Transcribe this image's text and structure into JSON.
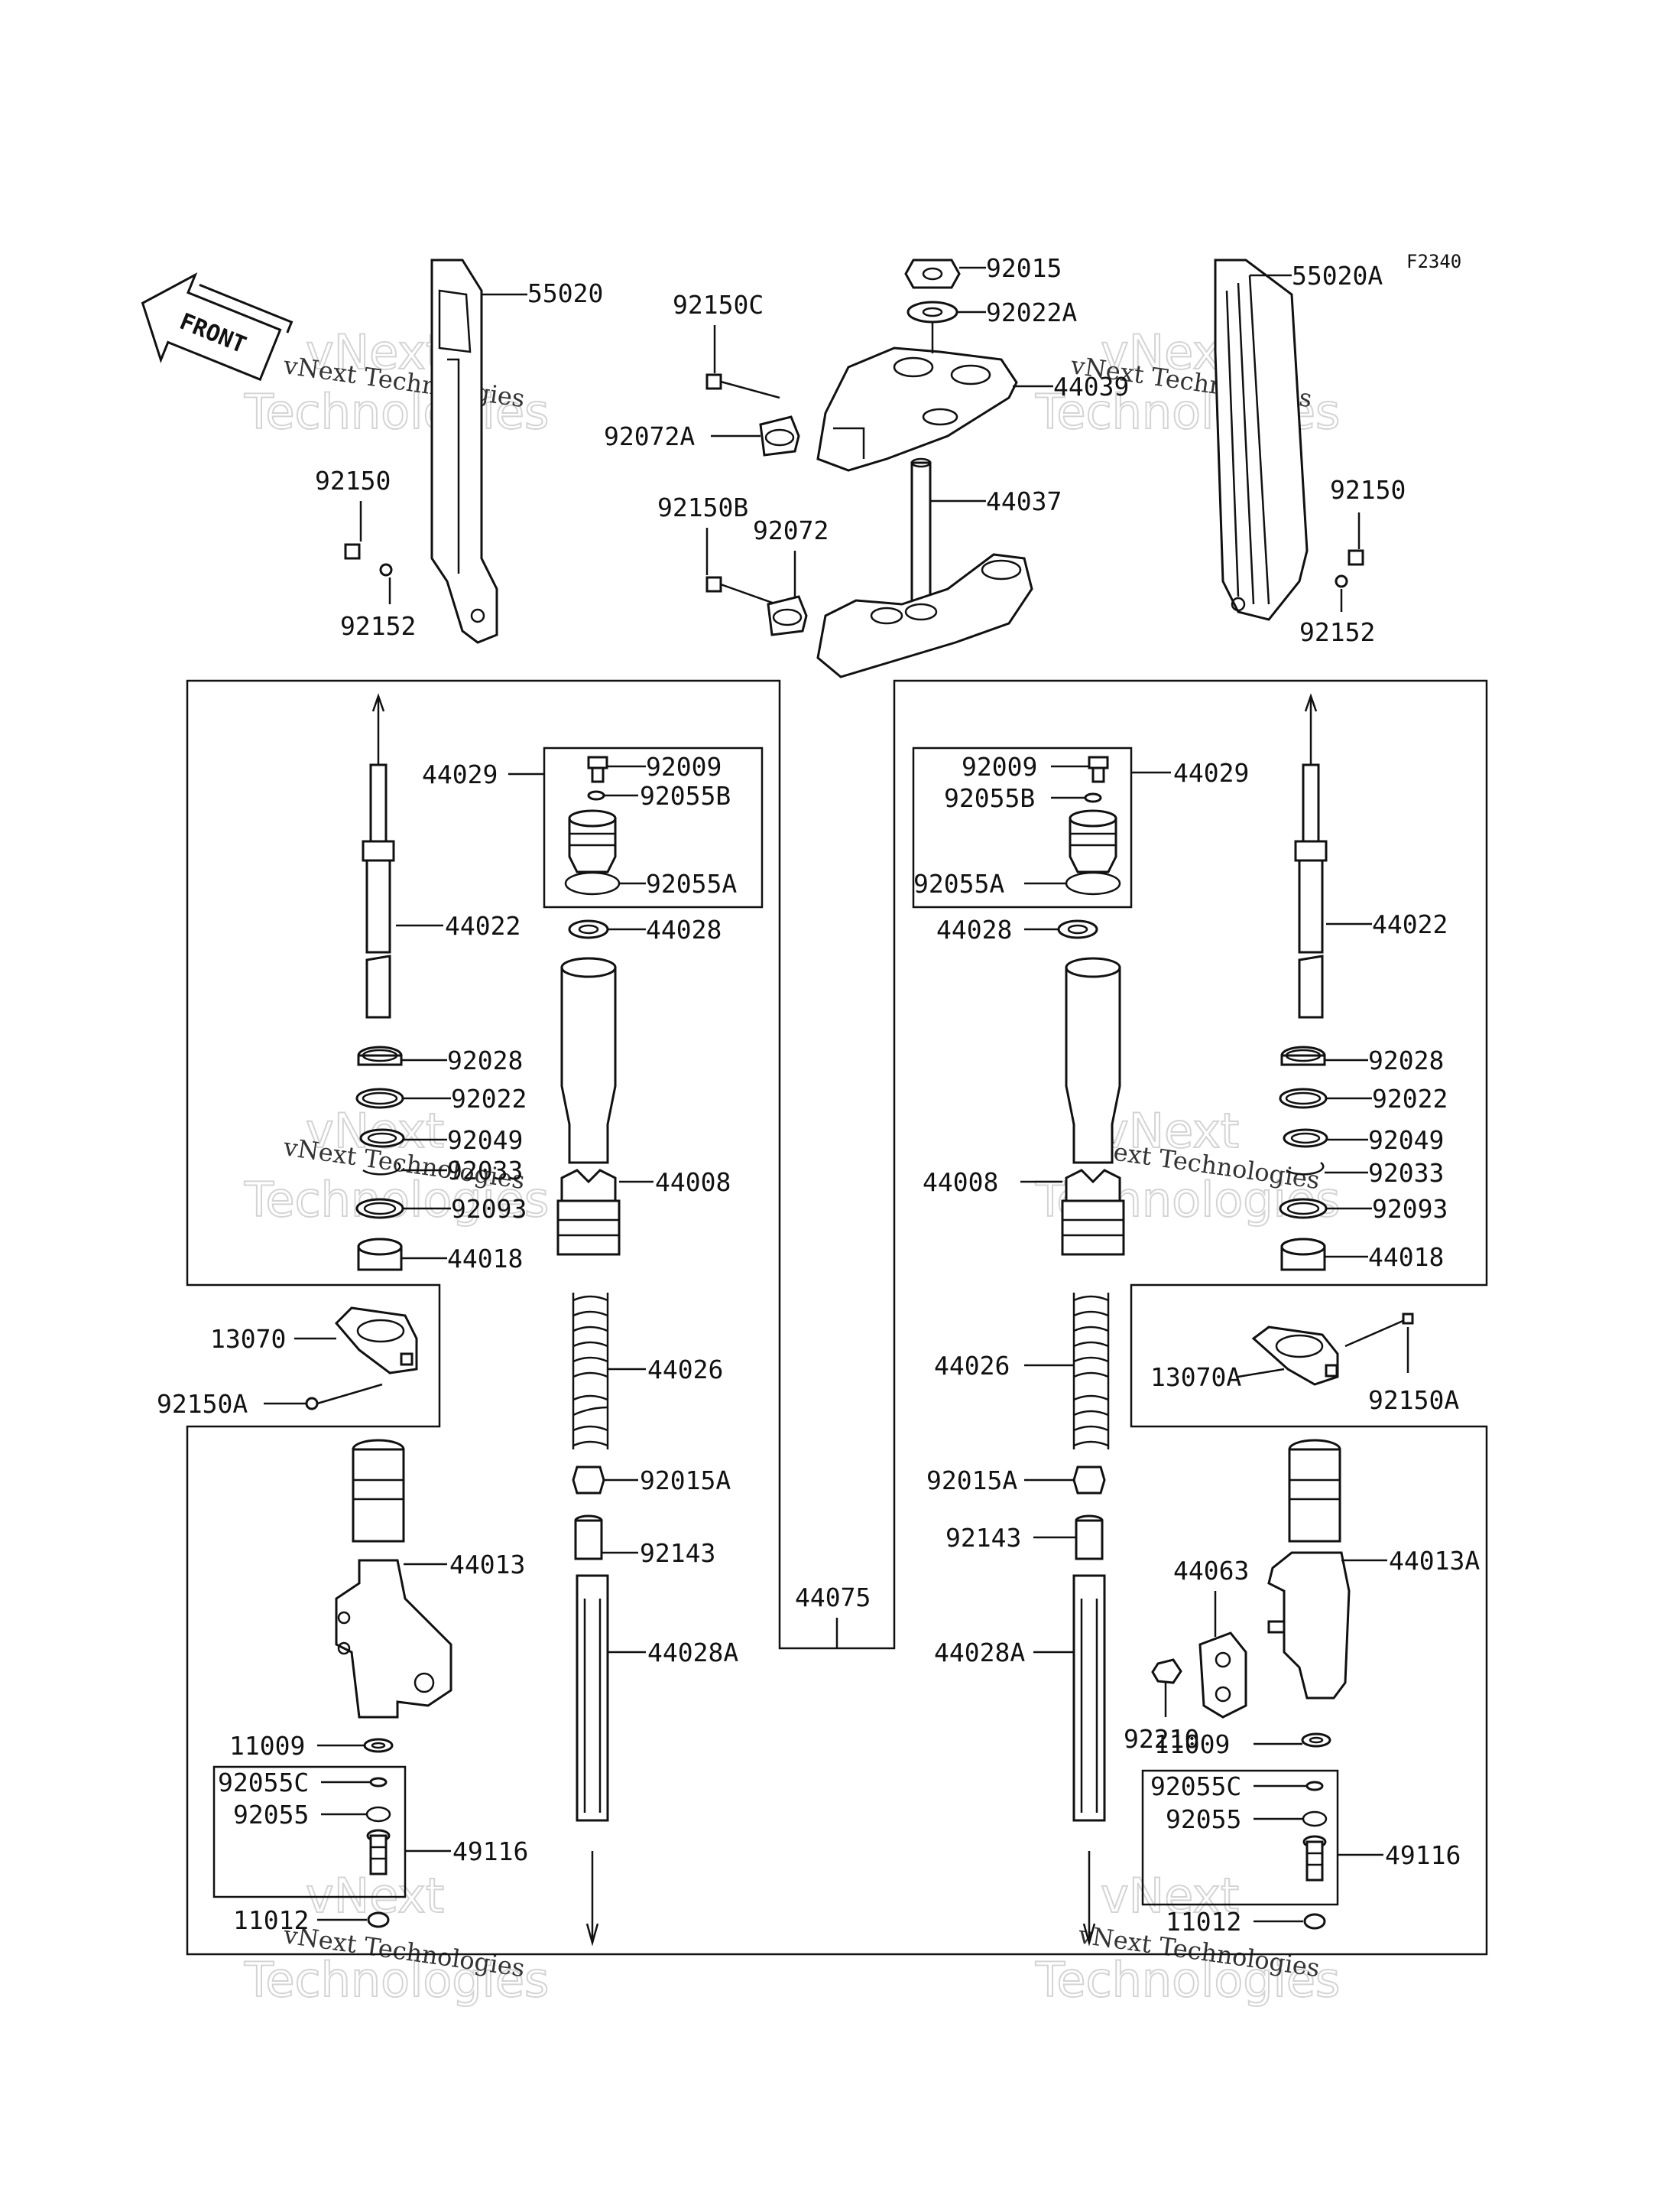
{
  "diagram_code": "F2340",
  "front_label": "FRONT",
  "watermark": {
    "name": "vNext Technologies",
    "big_line1": "vNext",
    "big_line2": "Technologies"
  },
  "parts": {
    "p55020": "55020",
    "p55020A": "55020A",
    "p92015": "92015",
    "p92022A": "92022A",
    "p44039": "44039",
    "p92150C": "92150C",
    "p92072A": "92072A",
    "p92150B": "92150B",
    "p92072": "92072",
    "p44037": "44037",
    "p92150_l": "92150",
    "p92152_l": "92152",
    "p92150_r": "92150",
    "p92152_r": "92152",
    "p44029_l": "44029",
    "p92009_l": "92009",
    "p92055B_l": "92055B",
    "p92055A_l": "92055A",
    "p44029_r": "44029",
    "p92009_r": "92009",
    "p92055B_r": "92055B",
    "p92055A_r": "92055A",
    "p44028_l": "44028",
    "p44028_r": "44028",
    "p44022_l": "44022",
    "p44022_r": "44022",
    "p92028_l": "92028",
    "p92022_l": "92022",
    "p92049_l": "92049",
    "p92033_l": "92033",
    "p92093_l": "92093",
    "p44018_l": "44018",
    "p92028_r": "92028",
    "p92022_r": "92022",
    "p92049_r": "92049",
    "p92033_r": "92033",
    "p92093_r": "92093",
    "p44018_r": "44018",
    "p44008_l": "44008",
    "p44008_r": "44008",
    "p13070": "13070",
    "p92150A_l": "92150A",
    "p13070A": "13070A",
    "p92150A_r": "92150A",
    "p44026_l": "44026",
    "p44026_r": "44026",
    "p92015A_l": "92015A",
    "p92015A_r": "92015A",
    "p92143_l": "92143",
    "p92143_r": "92143",
    "p44013": "44013",
    "p44013A": "44013A",
    "p44063": "44063",
    "p44075": "44075",
    "p44028A_l": "44028A",
    "p44028A_r": "44028A",
    "p92210": "92210",
    "p11009_l": "11009",
    "p11009_r": "11009",
    "p92055C_l": "92055C",
    "p92055_l": "92055",
    "p49116_l": "49116",
    "p11012_l": "11012",
    "p92055C_r": "92055C",
    "p92055_r": "92055",
    "p49116_r": "49116",
    "p11012_r": "11012"
  }
}
